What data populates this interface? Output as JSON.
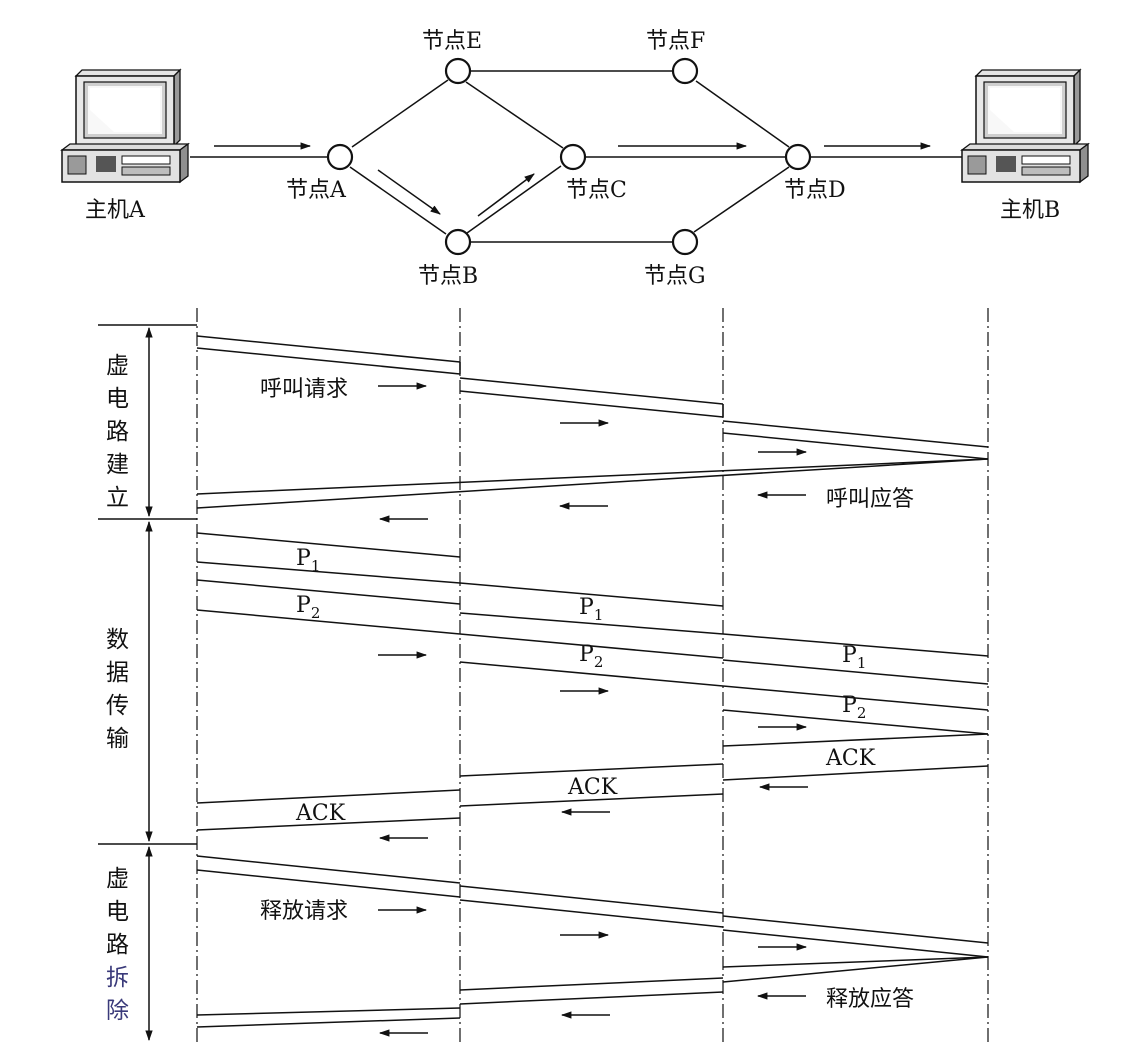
{
  "hosts": {
    "host_a": "主机A",
    "host_b": "主机B"
  },
  "nodes": {
    "a": "节点A",
    "b": "节点B",
    "c": "节点C",
    "d": "节点D",
    "e": "节点E",
    "f": "节点F",
    "g": "节点G"
  },
  "phases": {
    "setup": [
      "虚",
      "电",
      "路",
      "建",
      "立"
    ],
    "transfer": [
      "数",
      "据",
      "传",
      "输"
    ],
    "release": [
      "虚",
      "电",
      "路",
      "拆",
      "除"
    ]
  },
  "messages": {
    "call_request": "呼叫请求",
    "call_answer": "呼叫应答",
    "release_request": "释放请求",
    "release_answer": "释放应答",
    "ack": "ACK",
    "packet": "P",
    "packet_1_sub": "1",
    "packet_2_sub": "2"
  },
  "colors": {
    "line": "#111111",
    "phase_accent": "#3a3a7a"
  }
}
